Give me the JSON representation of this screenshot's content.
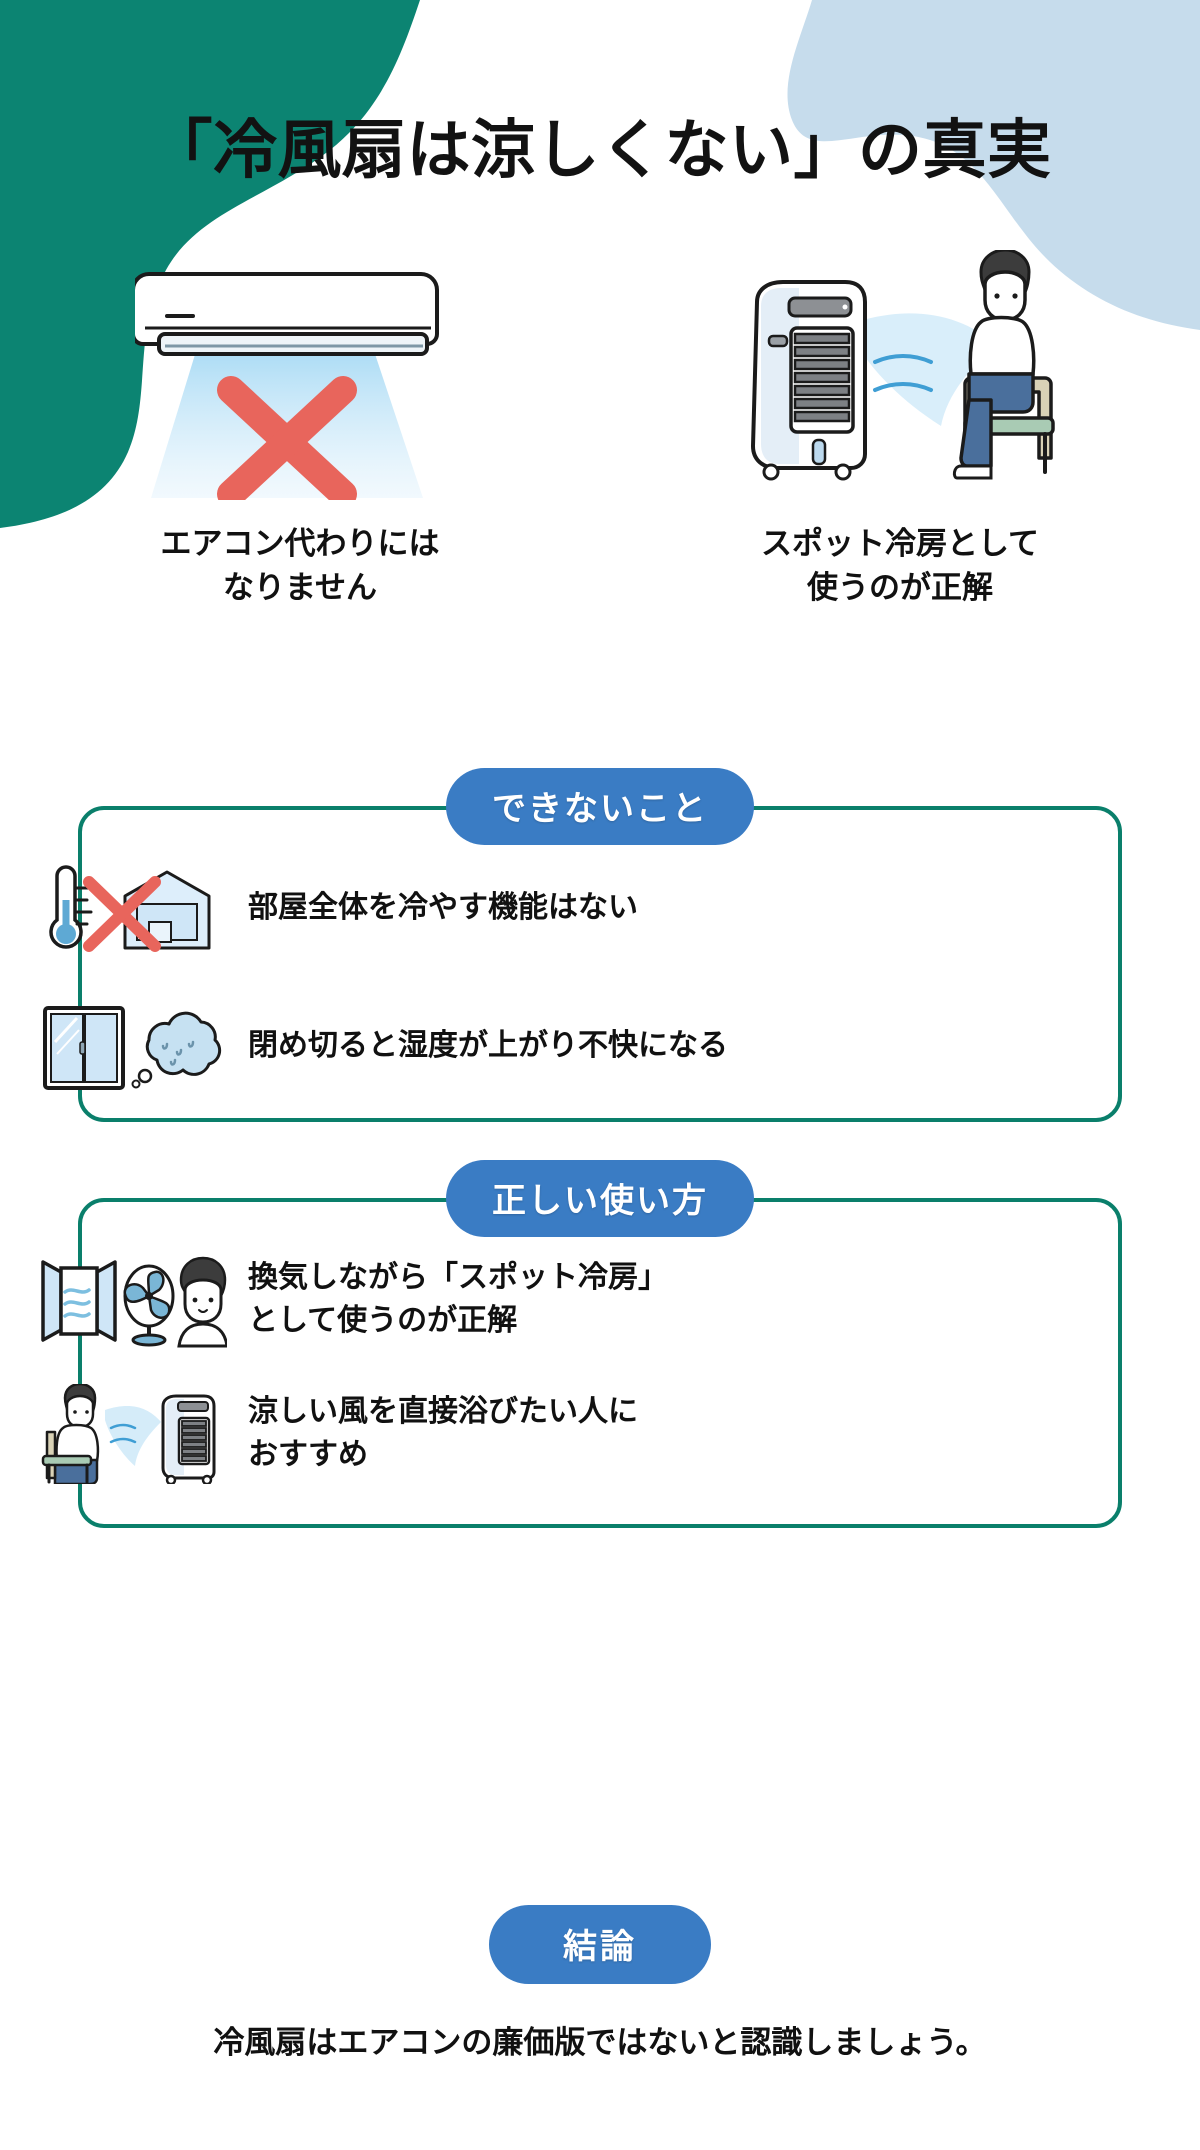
{
  "colors": {
    "teal_blob": "#0c8472",
    "blue_blob": "#c6dcec",
    "card_border": "#0a7f6b",
    "badge_blue": "#3a7cc4",
    "text_dark": "#111111",
    "x_red": "#e8655c",
    "air_blue": "#bfe3f7",
    "icon_blue": "#8cc8e8",
    "page_bg": "#ffffff"
  },
  "header": {
    "title": "「冷風扇は涼しくない」の真実"
  },
  "hero": {
    "left": {
      "art_name": "air-conditioner-with-red-x",
      "icons": [
        "air-conditioner-icon",
        "airflow-cone-icon",
        "red-x-icon"
      ],
      "caption_line1": "エアコン代わりには",
      "caption_line2": "なりません"
    },
    "right": {
      "art_name": "air-cooler-with-seated-person",
      "icons": [
        "air-cooler-icon",
        "breeze-icon",
        "seated-person-icon",
        "chair-icon"
      ],
      "caption_line1": "スポット冷房として",
      "caption_line2": "使うのが正解"
    }
  },
  "sections": [
    {
      "badge": "できないこと",
      "rows": [
        {
          "icons": [
            "thermometer-icon",
            "red-x-icon",
            "room-house-icon"
          ],
          "text_lines": [
            "部屋全体を冷やす機能はない"
          ]
        },
        {
          "icons": [
            "closed-window-icon",
            "humid-cloud-icon"
          ],
          "text_lines": [
            "閉め切ると湿度が上がり不快になる"
          ]
        }
      ]
    },
    {
      "badge": "正しい使い方",
      "rows": [
        {
          "icons": [
            "open-window-icon",
            "electric-fan-icon",
            "person-face-icon"
          ],
          "text_lines": [
            "換気しながら「スポット冷房」",
            "として使うのが正解"
          ]
        },
        {
          "icons": [
            "seated-person-icon",
            "breeze-icon",
            "air-cooler-icon"
          ],
          "text_lines": [
            "涼しい風を直接浴びたい人に",
            "おすすめ"
          ]
        }
      ]
    }
  ],
  "conclusion": {
    "badge": "結論",
    "text": "冷風扇はエアコンの廉価版ではないと認識しましょう。"
  }
}
